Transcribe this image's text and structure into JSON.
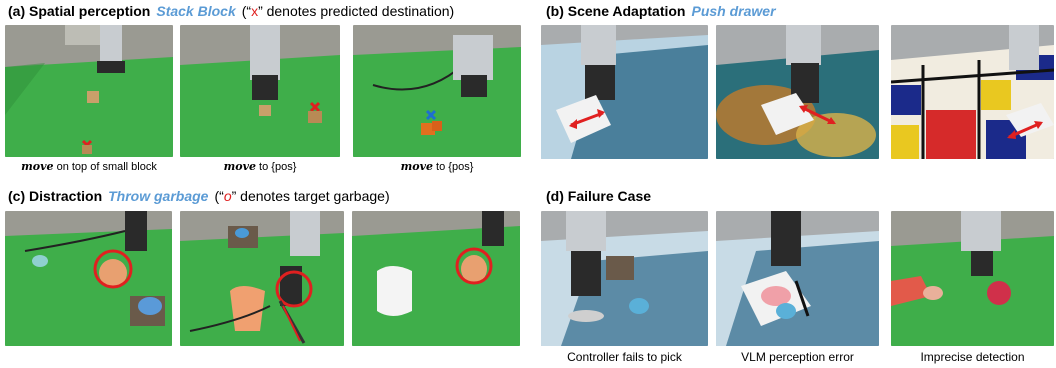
{
  "panels": {
    "a": {
      "tag": "(a) Spatial perception",
      "task": "Stack Block",
      "note_open": "(“",
      "note_mark": "x",
      "note_close": "” denotes predicted destination)",
      "captions": [
        {
          "verb": "move",
          "rest": " on top of small block"
        },
        {
          "verb": "move",
          "rest": " to {pos}"
        },
        {
          "verb": "move",
          "rest": " to {pos}"
        }
      ]
    },
    "b": {
      "tag": "(b) Scene Adaptation",
      "task": "Push drawer"
    },
    "c": {
      "tag": "(c) Distraction",
      "task": "Throw garbage",
      "note_open": "(“",
      "note_mark": "o",
      "note_close": "” denotes target garbage)"
    },
    "d": {
      "tag": "(d) Failure Case",
      "captions": [
        "Controller fails to pick",
        "VLM perception error",
        "Imprecise detection"
      ]
    }
  },
  "colors": {
    "accent": "#5b9bd5",
    "marker": "#e02020",
    "green_mat": "#3fae4a"
  }
}
